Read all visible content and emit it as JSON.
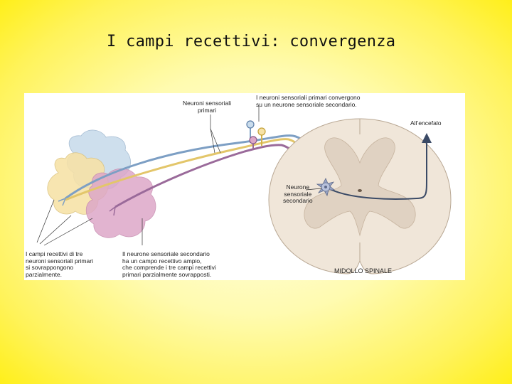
{
  "slide": {
    "title": "I campi recettivi: convergenza"
  },
  "figure": {
    "labels": {
      "primary_neurons": [
        "Neuroni sensoriali",
        "primari"
      ],
      "convergence_note": [
        "I neuroni sensoriali primari convergono",
        "su un neurone sensoriale secondario."
      ],
      "to_brain": "All’encefalo",
      "secondary_neuron": [
        "Neurone",
        "sensoriale",
        "secondario"
      ],
      "receptive_fields_note": [
        "I campi recettivi di tre",
        "neuroni sensoriali primari",
        "si sovrappongono",
        "parzialmente."
      ],
      "large_field_note": [
        "Il neurone sensoriale secondario",
        "ha un campo recettivo ampio,",
        "che comprende i tre campi recettivi",
        "primari parzialmente sovrapposti."
      ],
      "spinal_cord": "MIDOLLO SPINALE"
    },
    "colors": {
      "field_blue": "#c9dcec",
      "field_yellow": "#f7e2a6",
      "field_pink": "#dda7c8",
      "axon_blue": "#7d9fc4",
      "axon_yellow": "#e3c66a",
      "axon_purple": "#9a6a9a",
      "cord_outer": "#f0e6d9",
      "grey_matter": "#e0d2c2",
      "secondary_neuron": "#9aa6c6"
    }
  }
}
